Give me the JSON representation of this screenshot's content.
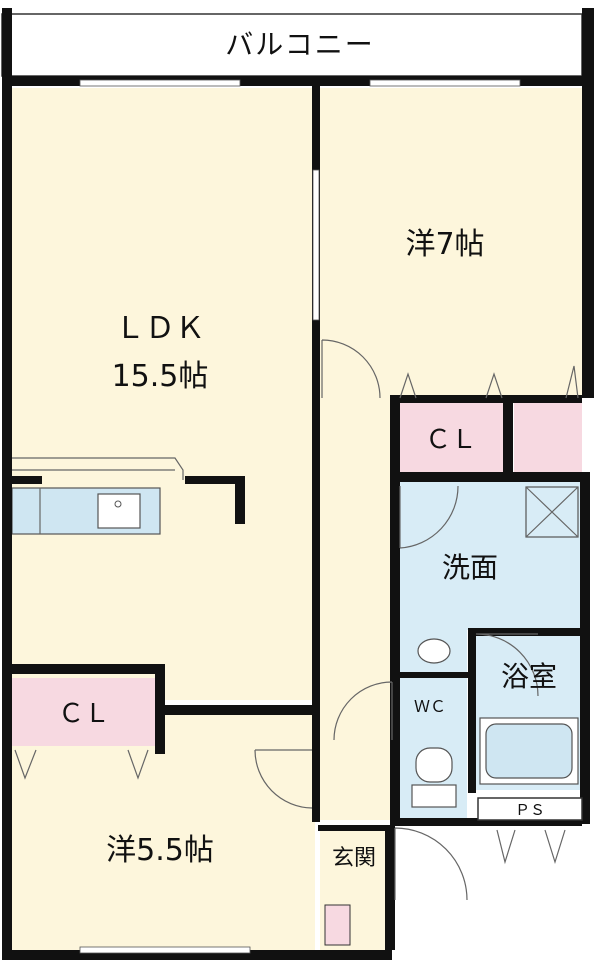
{
  "colors": {
    "room_yellow": "#fdf6dc",
    "wet_blue": "#d8ecf6",
    "closet_pink": "#f7d9e1",
    "wall": "#111111"
  },
  "labels": {
    "balcony": "バルコニー",
    "ldk": "ＬＤＫ",
    "ldk_size": "15.5帖",
    "western_7": "洋7帖",
    "closet_1": "ＣＬ",
    "closet_2": "ＣＬ",
    "washroom": "洗面",
    "bathroom": "浴室",
    "wc": "ＷＣ",
    "western_5_5": "洋5.5帖",
    "pipe_space": "ＰＳ",
    "entrance": "玄関"
  }
}
